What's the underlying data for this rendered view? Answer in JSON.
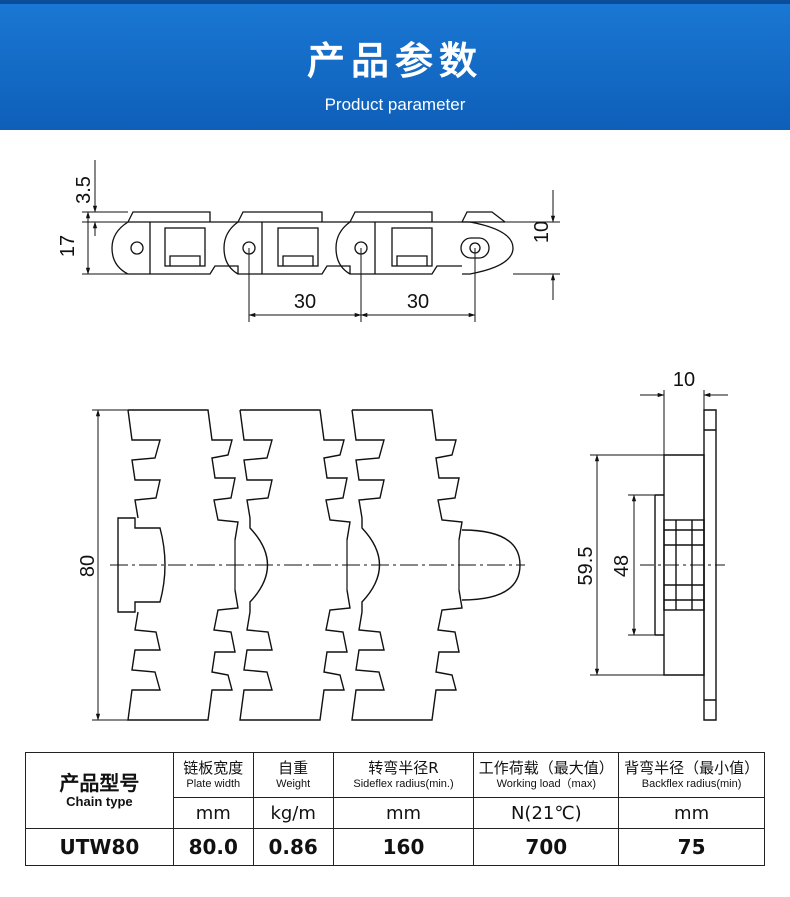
{
  "banner": {
    "title": "产品参数",
    "subtitle": "Product parameter"
  },
  "drawing": {
    "top_view": {
      "dims": [
        "3.5",
        "17",
        "10",
        "30",
        "30"
      ]
    },
    "plan_view": {
      "dims": [
        "80"
      ]
    },
    "side_view": {
      "dims": [
        "10",
        "59.5",
        "48"
      ]
    }
  },
  "table": {
    "name_header_cn": "产品型号",
    "name_header_en": "Chain type",
    "columns": [
      {
        "cn": "链板宽度",
        "en": "Plate width",
        "unit": "mm",
        "value": "80.0"
      },
      {
        "cn": "自重",
        "en": "Weight",
        "unit": "kg/m",
        "value": "0.86"
      },
      {
        "cn": "转弯半径R",
        "en": "Sideflex radius(min.)",
        "unit": "mm",
        "value": "160"
      },
      {
        "cn": "工作荷载（最大值）",
        "en": "Working load（max)",
        "unit": "N(21℃)",
        "value": "700"
      },
      {
        "cn": "背弯半径（最小值）",
        "en": "Backflex radius(min)",
        "unit": "mm",
        "value": "75"
      }
    ],
    "model": "UTW80"
  }
}
